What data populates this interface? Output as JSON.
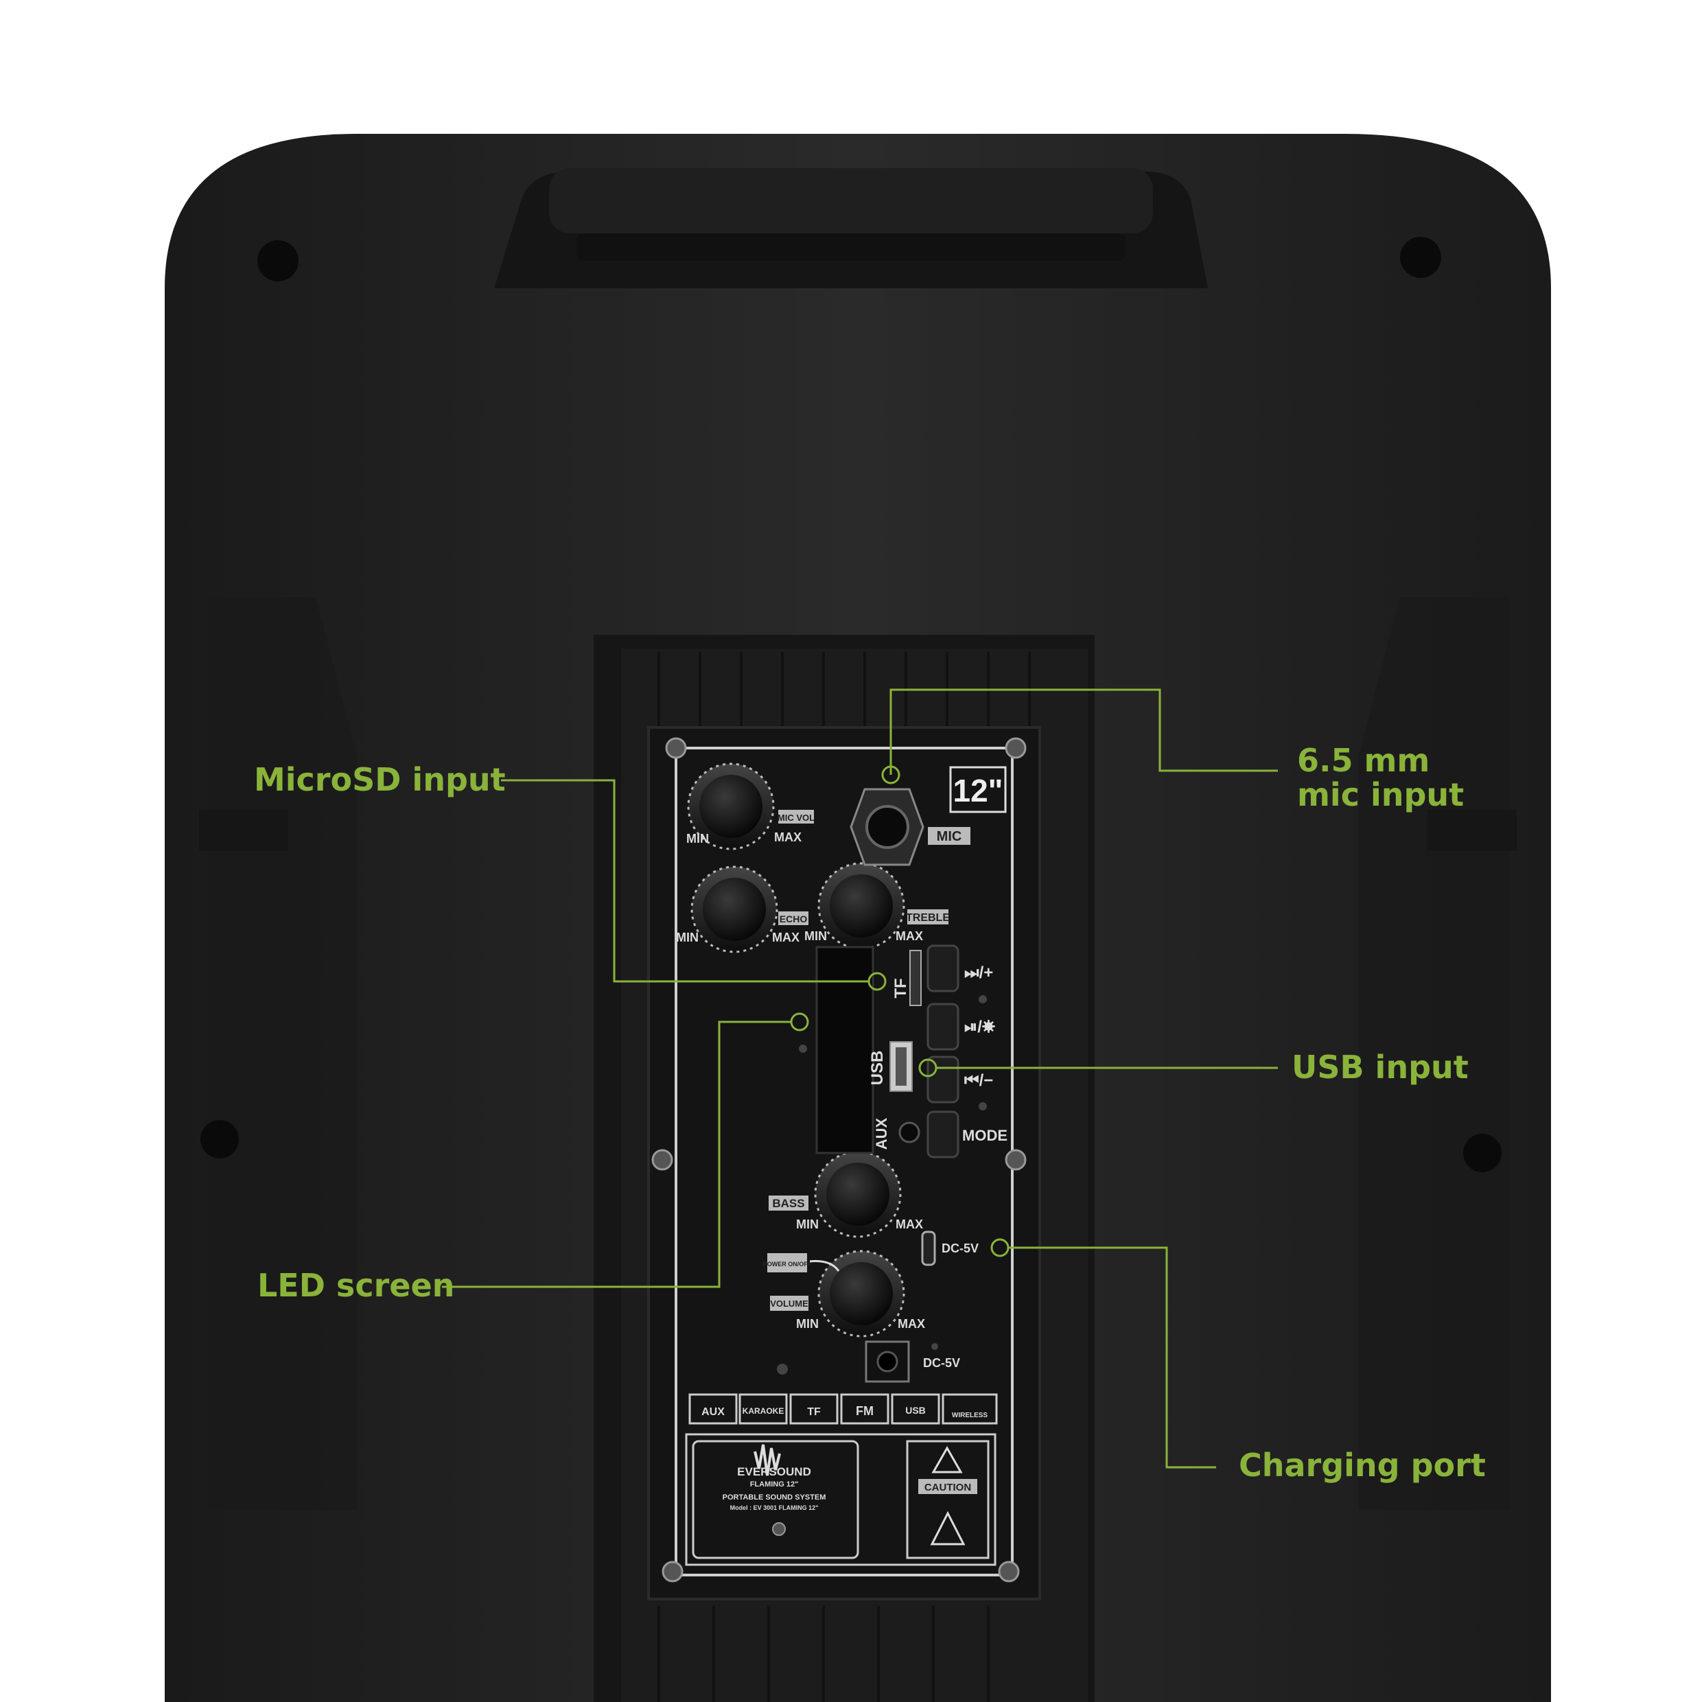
{
  "colors": {
    "accent": "#8ab33a",
    "speaker_body": "#232323",
    "panel": "#141414",
    "panel_line": "#cfcfcf"
  },
  "callouts": {
    "microsd": "MicroSD input",
    "mic": "6.5 mm\nmic input",
    "led": "LED screen",
    "usb": "USB input",
    "charging": "Charging port"
  },
  "panel": {
    "size_badge": "12\"",
    "mic_label": "MIC",
    "mic_vol_label": "MIC VOL",
    "echo_label": "ECHO",
    "treble_label": "TREBLE",
    "bass_label": "BASS",
    "volume_label": "VOLUME",
    "power_label": "POWER ON/OFF",
    "min_label": "MIN",
    "max_label": "MAX",
    "tf_label": "TF",
    "usb_label": "USB",
    "aux_label": "AUX",
    "next_label": "⏭/+",
    "play_label": "⏯/☀",
    "prev_label": "⏮/−",
    "mode_label": "MODE",
    "dc_label": "DC-5V",
    "dc_in_label": "DC-5V",
    "brand_name": "EVERSOUND",
    "brand_model": "FLAMING 12\"",
    "system_label": "PORTABLE SOUND SYSTEM",
    "model_label": "Model : EV 3001 FLAMING 12\"",
    "caution_label": "CAUTION",
    "feature_icons": [
      "AUX",
      "KARAOKE",
      "TF",
      "FM",
      "USB",
      "WIRELESS"
    ]
  }
}
